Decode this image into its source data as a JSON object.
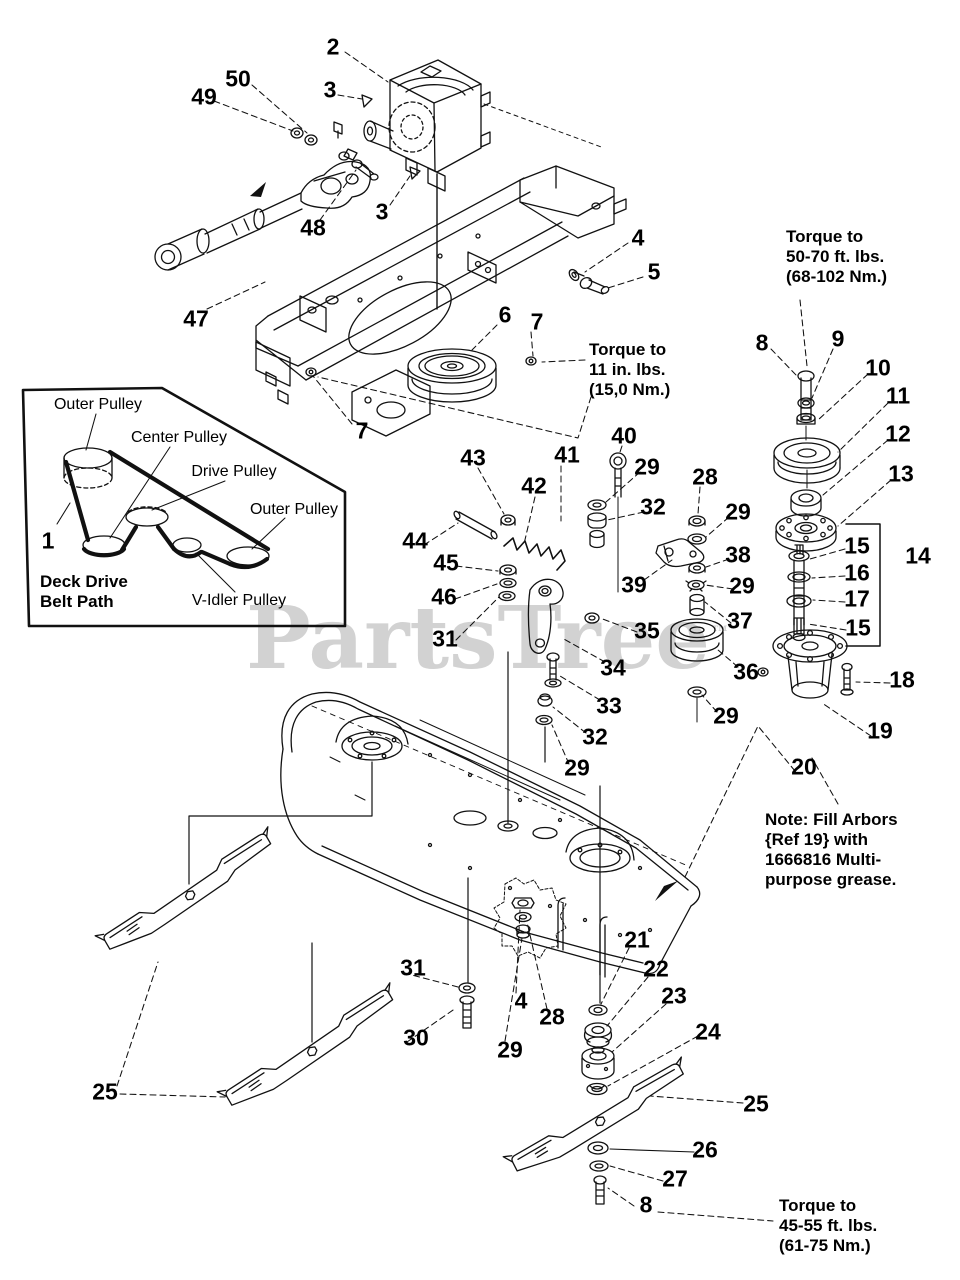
{
  "watermark": {
    "text": "PartsTree",
    "tm": "™",
    "color": "#d2d2d2"
  },
  "notes": {
    "torque_top": "Torque to\n50-70 ft. lbs.\n(68-102 Nm.)",
    "torque_center": "Torque to\n11 in. lbs.\n(15,0 Nm.)",
    "arbor": "Note: Fill Arbors\n{Ref 19} with\n1666816 Multi-\npurpose grease.",
    "torque_bottom": "Torque to\n45-55 ft. lbs.\n(61-75 Nm.)"
  },
  "inset": {
    "ref_label": "1",
    "title": "Deck Drive\nBelt Path",
    "labels": [
      "Outer Pulley",
      "Center Pulley",
      "Drive Pulley",
      "Outer Pulley",
      "V-Idler Pulley"
    ]
  },
  "callouts": [
    {
      "label": "2"
    },
    {
      "label": "3"
    },
    {
      "label": "50"
    },
    {
      "label": "49"
    },
    {
      "label": "48"
    },
    {
      "label": "3"
    },
    {
      "label": "47"
    },
    {
      "label": "4"
    },
    {
      "label": "5"
    },
    {
      "label": "6"
    },
    {
      "label": "7"
    },
    {
      "label": "7"
    },
    {
      "label": "8"
    },
    {
      "label": "9"
    },
    {
      "label": "10"
    },
    {
      "label": "11"
    },
    {
      "label": "12"
    },
    {
      "label": "13"
    },
    {
      "label": "14"
    },
    {
      "label": "15"
    },
    {
      "label": "16"
    },
    {
      "label": "17"
    },
    {
      "label": "15"
    },
    {
      "label": "18"
    },
    {
      "label": "19"
    },
    {
      "label": "20"
    },
    {
      "label": "44"
    },
    {
      "label": "45"
    },
    {
      "label": "46"
    },
    {
      "label": "31"
    },
    {
      "label": "43"
    },
    {
      "label": "42"
    },
    {
      "label": "41"
    },
    {
      "label": "40"
    },
    {
      "label": "29"
    },
    {
      "label": "32"
    },
    {
      "label": "28"
    },
    {
      "label": "29"
    },
    {
      "label": "39"
    },
    {
      "label": "38"
    },
    {
      "label": "29"
    },
    {
      "label": "37"
    },
    {
      "label": "35"
    },
    {
      "label": "36"
    },
    {
      "label": "34"
    },
    {
      "label": "33"
    },
    {
      "label": "32"
    },
    {
      "label": "29"
    },
    {
      "label": "29"
    },
    {
      "label": "21"
    },
    {
      "label": "22"
    },
    {
      "label": "23"
    },
    {
      "label": "24"
    },
    {
      "label": "31"
    },
    {
      "label": "30"
    },
    {
      "label": "29"
    },
    {
      "label": "4"
    },
    {
      "label": "28"
    },
    {
      "label": "25"
    },
    {
      "label": "25"
    },
    {
      "label": "26"
    },
    {
      "label": "27"
    },
    {
      "label": "8"
    }
  ]
}
